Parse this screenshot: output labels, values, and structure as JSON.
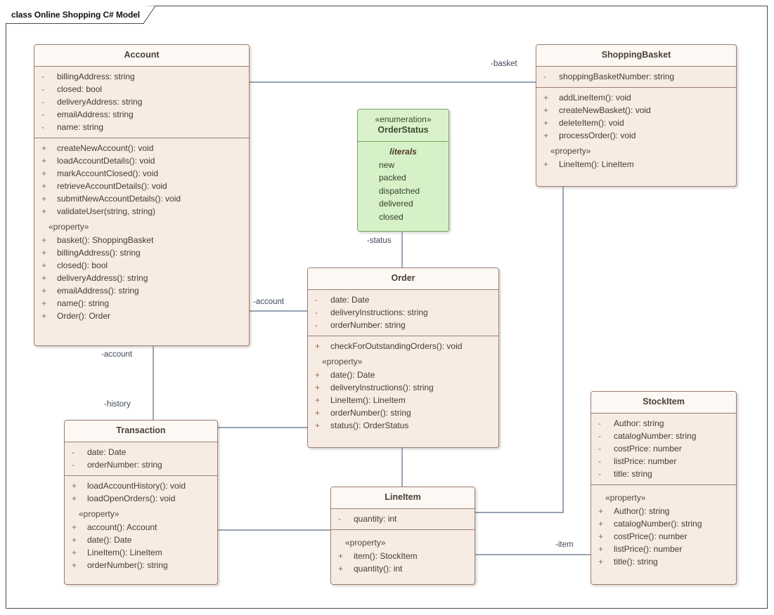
{
  "diagram": {
    "title": "class Online Shopping C# Model",
    "colors": {
      "class_fill": "#f7ece4",
      "class_header_fill": "#fdf8f4",
      "class_border": "#9a7f70",
      "enum_fill": "#d6f0c8",
      "enum_border": "#7ba05b",
      "connector": "#5a6b86",
      "frame_border": "#4a4a4a",
      "text": "#463a32"
    }
  },
  "classes": {
    "account": {
      "name": "Account",
      "attributes": [
        {
          "vis": "-",
          "sig": "billingAddress: string"
        },
        {
          "vis": "-",
          "sig": "closed: bool"
        },
        {
          "vis": "-",
          "sig": "deliveryAddress: string"
        },
        {
          "vis": "-",
          "sig": "emailAddress: string"
        },
        {
          "vis": "-",
          "sig": "name: string"
        }
      ],
      "operations": [
        {
          "vis": "+",
          "sig": "createNewAccount(): void"
        },
        {
          "vis": "+",
          "sig": "loadAccountDetails(): void"
        },
        {
          "vis": "+",
          "sig": "markAccountClosed(): void"
        },
        {
          "vis": "+",
          "sig": "retrieveAccountDetails(): void"
        },
        {
          "vis": "+",
          "sig": "submitNewAccountDetails(): void"
        },
        {
          "vis": "+",
          "sig": "validateUser(string, string)"
        }
      ],
      "property_stereotype": "«property»",
      "properties": [
        {
          "vis": "+",
          "sig": "basket(): ShoppingBasket"
        },
        {
          "vis": "+",
          "sig": "billingAddress(): string"
        },
        {
          "vis": "+",
          "sig": "closed(): bool"
        },
        {
          "vis": "+",
          "sig": "deliveryAddress(): string"
        },
        {
          "vis": "+",
          "sig": "emailAddress(): string"
        },
        {
          "vis": "+",
          "sig": "name(): string"
        },
        {
          "vis": "+",
          "sig": "Order(): Order"
        }
      ]
    },
    "shoppingbasket": {
      "name": "ShoppingBasket",
      "attributes": [
        {
          "vis": "-",
          "sig": "shoppingBasketNumber: string"
        }
      ],
      "operations": [
        {
          "vis": "+",
          "sig": "addLineItem(): void"
        },
        {
          "vis": "+",
          "sig": "createNewBasket(): void"
        },
        {
          "vis": "+",
          "sig": "deleteItem(): void"
        },
        {
          "vis": "+",
          "sig": "processOrder(): void"
        }
      ],
      "property_stereotype": "«property»",
      "properties": [
        {
          "vis": "+",
          "sig": "LineItem(): LineItem"
        }
      ]
    },
    "orderstatus": {
      "stereotype": "«enumeration»",
      "name": "OrderStatus",
      "literals_label": "literals",
      "literals": [
        "new",
        "packed",
        "dispatched",
        "delivered",
        "closed"
      ]
    },
    "order": {
      "name": "Order",
      "attributes": [
        {
          "vis": "-",
          "sig": "date: Date"
        },
        {
          "vis": "-",
          "sig": "deliveryInstructions: string"
        },
        {
          "vis": "-",
          "sig": "orderNumber: string"
        }
      ],
      "operations": [
        {
          "vis": "+",
          "sig": "checkForOutstandingOrders(): void"
        }
      ],
      "property_stereotype": "«property»",
      "properties": [
        {
          "vis": "+",
          "sig": "date(): Date"
        },
        {
          "vis": "+",
          "sig": "deliveryInstructions(): string"
        },
        {
          "vis": "+",
          "sig": "LineItem(): LineItem"
        },
        {
          "vis": "+",
          "sig": "orderNumber(): string"
        },
        {
          "vis": "+",
          "sig": "status(): OrderStatus"
        }
      ]
    },
    "transaction": {
      "name": "Transaction",
      "attributes": [
        {
          "vis": "-",
          "sig": "date: Date"
        },
        {
          "vis": "-",
          "sig": "orderNumber: string"
        }
      ],
      "operations": [
        {
          "vis": "+",
          "sig": "loadAccountHistory(): void"
        },
        {
          "vis": "+",
          "sig": "loadOpenOrders(): void"
        }
      ],
      "property_stereotype": "«property»",
      "properties": [
        {
          "vis": "+",
          "sig": "account(): Account"
        },
        {
          "vis": "+",
          "sig": "date(): Date"
        },
        {
          "vis": "+",
          "sig": "LineItem(): LineItem"
        },
        {
          "vis": "+",
          "sig": "orderNumber(): string"
        }
      ]
    },
    "lineitem": {
      "name": "LineItem",
      "attributes": [
        {
          "vis": "-",
          "sig": "quantity: int"
        }
      ],
      "property_stereotype": "«property»",
      "properties": [
        {
          "vis": "+",
          "sig": "item(): StockItem"
        },
        {
          "vis": "+",
          "sig": "quantity(): int"
        }
      ]
    },
    "stockitem": {
      "name": "StockItem",
      "attributes": [
        {
          "vis": "-",
          "sig": "Author: string"
        },
        {
          "vis": "-",
          "sig": "catalogNumber: string"
        },
        {
          "vis": "-",
          "sig": "costPrice: number"
        },
        {
          "vis": "-",
          "sig": "listPrice: number"
        },
        {
          "vis": "-",
          "sig": "title: string"
        }
      ],
      "property_stereotype": "«property»",
      "properties": [
        {
          "vis": "+",
          "sig": "Author(): string"
        },
        {
          "vis": "+",
          "sig": "catalogNumber(): string"
        },
        {
          "vis": "+",
          "sig": "costPrice(): number"
        },
        {
          "vis": "+",
          "sig": "listPrice(): number"
        },
        {
          "vis": "+",
          "sig": "title(): string"
        }
      ]
    }
  },
  "connector_labels": {
    "basket": "-basket",
    "account_order": "-account",
    "status": "-status",
    "account_transaction": "-account",
    "history": "-history",
    "item": "-item"
  }
}
